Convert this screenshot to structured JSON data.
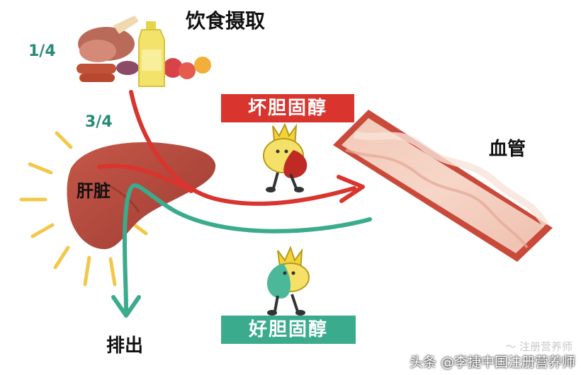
{
  "title": "饮食摄取",
  "fractions": {
    "diet": "1/4",
    "liver": "3/4"
  },
  "labels": {
    "liver": "肝脏",
    "vessel": "血管",
    "excrete": "排出"
  },
  "banners": {
    "bad": "坏胆固醇",
    "good": "好胆固醇"
  },
  "colors": {
    "bad": "#d9342e",
    "good": "#3aab8c",
    "fraction": "#2a8a78",
    "liver": "#b4473d"
  },
  "watermark": {
    "main": "头条 @李捷中国注册营养师",
    "faint": "〜 注册营养师"
  },
  "icons": [
    "food-pile-icon",
    "oil-bottle-icon",
    "sun-rays-icon",
    "bad-cholesterol-mascot-icon",
    "good-cholesterol-mascot-icon"
  ]
}
